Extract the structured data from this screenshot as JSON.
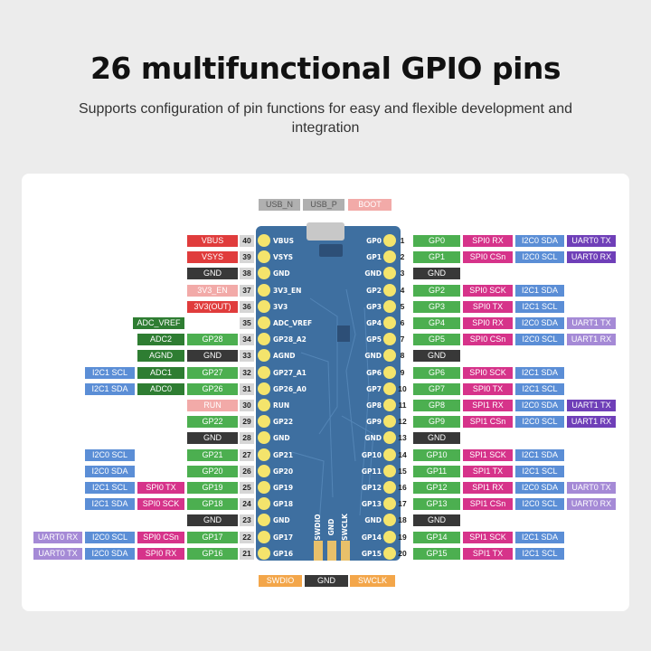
{
  "title": "26 multifunctional GPIO pins",
  "subtitle": "Supports configuration of pin functions for easy and flexible development and integration",
  "colors": {
    "red": "#e03c3c",
    "pink": "#f2aaa8",
    "dark": "#383838",
    "green": "#4caf50",
    "dkgreen": "#2e7d32",
    "blue": "#5b8ed6",
    "magenta": "#d6338a",
    "purple": "#6f3fb8",
    "lavender": "#a58ad6",
    "gray": "#b0b0b0",
    "orange": "#f3a64a"
  },
  "top_labels": [
    {
      "text": "USB_N",
      "color": "gray"
    },
    {
      "text": "USB_P",
      "color": "gray"
    },
    {
      "text": "BOOT",
      "color": "pink"
    }
  ],
  "bottom_labels": [
    {
      "text": "SWDIO",
      "color": "orange"
    },
    {
      "text": "GND",
      "color": "dark"
    },
    {
      "text": "SWCLK",
      "color": "orange"
    }
  ],
  "left_pins": [
    {
      "num": "40",
      "silk": "VBUS",
      "labels": [
        {
          "text": "VBUS",
          "color": "red",
          "col": 0
        }
      ]
    },
    {
      "num": "39",
      "silk": "VSYS",
      "labels": [
        {
          "text": "VSYS",
          "color": "red",
          "col": 0
        }
      ]
    },
    {
      "num": "38",
      "silk": "GND",
      "labels": [
        {
          "text": "GND",
          "color": "dark",
          "col": 0
        }
      ]
    },
    {
      "num": "37",
      "silk": "3V3_EN",
      "labels": [
        {
          "text": "3V3_EN",
          "color": "pink",
          "col": 0
        }
      ]
    },
    {
      "num": "36",
      "silk": "3V3",
      "labels": [
        {
          "text": "3V3(OUT)",
          "color": "red",
          "col": 0
        }
      ]
    },
    {
      "num": "35",
      "silk": "ADC_VREF",
      "labels": [
        {
          "text": "ADC_VREF",
          "color": "dkgreen",
          "col": 1,
          "wide": true
        }
      ]
    },
    {
      "num": "34",
      "silk": "GP28_A2",
      "labels": [
        {
          "text": "ADC2",
          "color": "dkgreen",
          "col": 1
        },
        {
          "text": "GP28",
          "color": "green",
          "col": 0
        }
      ]
    },
    {
      "num": "33",
      "silk": "AGND",
      "labels": [
        {
          "text": "AGND",
          "color": "dkgreen",
          "col": 1
        },
        {
          "text": "GND",
          "color": "dark",
          "col": 0
        }
      ]
    },
    {
      "num": "32",
      "silk": "GP27_A1",
      "labels": [
        {
          "text": "I2C1 SCL",
          "color": "blue",
          "col": 3
        },
        {
          "text": "ADC1",
          "color": "dkgreen",
          "col": 1
        },
        {
          "text": "GP27",
          "color": "green",
          "col": 0
        }
      ]
    },
    {
      "num": "31",
      "silk": "GP26_A0",
      "labels": [
        {
          "text": "I2C1 SDA",
          "color": "blue",
          "col": 3
        },
        {
          "text": "ADC0",
          "color": "dkgreen",
          "col": 1
        },
        {
          "text": "GP26",
          "color": "green",
          "col": 0
        }
      ]
    },
    {
      "num": "30",
      "silk": "RUN",
      "labels": [
        {
          "text": "RUN",
          "color": "pink",
          "col": 0
        }
      ]
    },
    {
      "num": "29",
      "silk": "GP22",
      "labels": [
        {
          "text": "GP22",
          "color": "green",
          "col": 0
        }
      ]
    },
    {
      "num": "28",
      "silk": "GND",
      "labels": [
        {
          "text": "GND",
          "color": "dark",
          "col": 0
        }
      ]
    },
    {
      "num": "27",
      "silk": "GP21",
      "labels": [
        {
          "text": "I2C0 SCL",
          "color": "blue",
          "col": 3
        },
        {
          "text": "GP21",
          "color": "green",
          "col": 0
        }
      ]
    },
    {
      "num": "26",
      "silk": "GP20",
      "labels": [
        {
          "text": "I2C0 SDA",
          "color": "blue",
          "col": 3
        },
        {
          "text": "GP20",
          "color": "green",
          "col": 0
        }
      ]
    },
    {
      "num": "25",
      "silk": "GP19",
      "labels": [
        {
          "text": "I2C1 SCL",
          "color": "blue",
          "col": 3
        },
        {
          "text": "SPI0 TX",
          "color": "magenta",
          "col": 2
        },
        {
          "text": "GP19",
          "color": "green",
          "col": 0
        }
      ]
    },
    {
      "num": "24",
      "silk": "GP18",
      "labels": [
        {
          "text": "I2C1 SDA",
          "color": "blue",
          "col": 3
        },
        {
          "text": "SPI0 SCK",
          "color": "magenta",
          "col": 2
        },
        {
          "text": "GP18",
          "color": "green",
          "col": 0
        }
      ]
    },
    {
      "num": "23",
      "silk": "GND",
      "labels": [
        {
          "text": "GND",
          "color": "dark",
          "col": 0
        }
      ]
    },
    {
      "num": "22",
      "silk": "GP17",
      "labels": [
        {
          "text": "UART0 RX",
          "color": "lavender",
          "col": 4
        },
        {
          "text": "I2C0 SCL",
          "color": "blue",
          "col": 3
        },
        {
          "text": "SPI0 CSn",
          "color": "magenta",
          "col": 2
        },
        {
          "text": "GP17",
          "color": "green",
          "col": 0
        }
      ]
    },
    {
      "num": "21",
      "silk": "GP16",
      "labels": [
        {
          "text": "UART0 TX",
          "color": "lavender",
          "col": 4
        },
        {
          "text": "I2C0 SDA",
          "color": "blue",
          "col": 3
        },
        {
          "text": "SPI0 RX",
          "color": "magenta",
          "col": 2
        },
        {
          "text": "GP16",
          "color": "green",
          "col": 0
        }
      ]
    }
  ],
  "right_pins": [
    {
      "num": "1",
      "silk": "GP0",
      "labels": [
        {
          "text": "GP0",
          "color": "green"
        },
        {
          "text": "SPI0 RX",
          "color": "magenta"
        },
        {
          "text": "I2C0 SDA",
          "color": "blue"
        },
        {
          "text": "UART0 TX",
          "color": "purple"
        }
      ]
    },
    {
      "num": "2",
      "silk": "GP1",
      "labels": [
        {
          "text": "GP1",
          "color": "green"
        },
        {
          "text": "SPI0 CSn",
          "color": "magenta"
        },
        {
          "text": "I2C0 SCL",
          "color": "blue"
        },
        {
          "text": "UART0 RX",
          "color": "purple"
        }
      ]
    },
    {
      "num": "3",
      "silk": "GND",
      "labels": [
        {
          "text": "GND",
          "color": "dark"
        }
      ]
    },
    {
      "num": "4",
      "silk": "GP2",
      "labels": [
        {
          "text": "GP2",
          "color": "green"
        },
        {
          "text": "SPI0 SCK",
          "color": "magenta"
        },
        {
          "text": "I2C1 SDA",
          "color": "blue"
        }
      ]
    },
    {
      "num": "5",
      "silk": "GP3",
      "labels": [
        {
          "text": "GP3",
          "color": "green"
        },
        {
          "text": "SPI0 TX",
          "color": "magenta"
        },
        {
          "text": "I2C1 SCL",
          "color": "blue"
        }
      ]
    },
    {
      "num": "6",
      "silk": "GP4",
      "labels": [
        {
          "text": "GP4",
          "color": "green"
        },
        {
          "text": "SPI0 RX",
          "color": "magenta"
        },
        {
          "text": "I2C0 SDA",
          "color": "blue"
        },
        {
          "text": "UART1 TX",
          "color": "lavender"
        }
      ]
    },
    {
      "num": "7",
      "silk": "GP5",
      "labels": [
        {
          "text": "GP5",
          "color": "green"
        },
        {
          "text": "SPI0 CSn",
          "color": "magenta"
        },
        {
          "text": "I2C0 SCL",
          "color": "blue"
        },
        {
          "text": "UART1 RX",
          "color": "lavender"
        }
      ]
    },
    {
      "num": "8",
      "silk": "GND",
      "labels": [
        {
          "text": "GND",
          "color": "dark"
        }
      ]
    },
    {
      "num": "9",
      "silk": "GP6",
      "labels": [
        {
          "text": "GP6",
          "color": "green"
        },
        {
          "text": "SPI0 SCK",
          "color": "magenta"
        },
        {
          "text": "I2C1 SDA",
          "color": "blue"
        }
      ]
    },
    {
      "num": "10",
      "silk": "GP7",
      "labels": [
        {
          "text": "GP7",
          "color": "green"
        },
        {
          "text": "SPI0 TX",
          "color": "magenta"
        },
        {
          "text": "I2C1 SCL",
          "color": "blue"
        }
      ]
    },
    {
      "num": "11",
      "silk": "GP8",
      "labels": [
        {
          "text": "GP8",
          "color": "green"
        },
        {
          "text": "SPI1 RX",
          "color": "magenta"
        },
        {
          "text": "I2C0 SDA",
          "color": "blue"
        },
        {
          "text": "UART1 TX",
          "color": "purple"
        }
      ]
    },
    {
      "num": "12",
      "silk": "GP9",
      "labels": [
        {
          "text": "GP9",
          "color": "green"
        },
        {
          "text": "SPI1 CSn",
          "color": "magenta"
        },
        {
          "text": "I2C0 SCL",
          "color": "blue"
        },
        {
          "text": "UART1 RX",
          "color": "purple"
        }
      ]
    },
    {
      "num": "13",
      "silk": "GND",
      "labels": [
        {
          "text": "GND",
          "color": "dark"
        }
      ]
    },
    {
      "num": "14",
      "silk": "GP10",
      "labels": [
        {
          "text": "GP10",
          "color": "green"
        },
        {
          "text": "SPI1 SCK",
          "color": "magenta"
        },
        {
          "text": "I2C1 SDA",
          "color": "blue"
        }
      ]
    },
    {
      "num": "15",
      "silk": "GP11",
      "labels": [
        {
          "text": "GP11",
          "color": "green"
        },
        {
          "text": "SPI1 TX",
          "color": "magenta"
        },
        {
          "text": "I2C1 SCL",
          "color": "blue"
        }
      ]
    },
    {
      "num": "16",
      "silk": "GP12",
      "labels": [
        {
          "text": "GP12",
          "color": "green"
        },
        {
          "text": "SPI1 RX",
          "color": "magenta"
        },
        {
          "text": "I2C0 SDA",
          "color": "blue"
        },
        {
          "text": "UART0 TX",
          "color": "lavender"
        }
      ]
    },
    {
      "num": "17",
      "silk": "GP13",
      "labels": [
        {
          "text": "GP13",
          "color": "green"
        },
        {
          "text": "SPI1 CSn",
          "color": "magenta"
        },
        {
          "text": "I2C0 SCL",
          "color": "blue"
        },
        {
          "text": "UART0 RX",
          "color": "lavender"
        }
      ]
    },
    {
      "num": "18",
      "silk": "GND",
      "labels": [
        {
          "text": "GND",
          "color": "dark"
        }
      ]
    },
    {
      "num": "19",
      "silk": "GP14",
      "labels": [
        {
          "text": "GP14",
          "color": "green"
        },
        {
          "text": "SPI1 SCK",
          "color": "magenta"
        },
        {
          "text": "I2C1 SDA",
          "color": "blue"
        }
      ]
    },
    {
      "num": "20",
      "silk": "GP15",
      "labels": [
        {
          "text": "GP15",
          "color": "green"
        },
        {
          "text": "SPI1 TX",
          "color": "magenta"
        },
        {
          "text": "I2C1 SCL",
          "color": "blue"
        }
      ]
    }
  ],
  "board_silk_bottom": [
    "SWDIO",
    "GND",
    "SWCLK"
  ]
}
